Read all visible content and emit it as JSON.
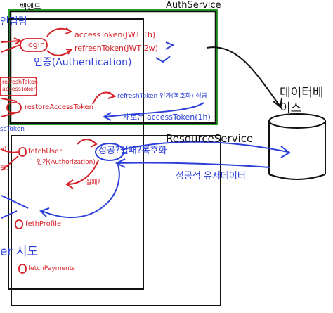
{
  "colors": {
    "ink": "#111111",
    "red": "#d6232a",
    "blue": "#2b3fd8",
    "green": "#2d9f2d"
  },
  "labels": {
    "backend": "백엔드",
    "auth_service": "AuthService",
    "auth_left_fragment": "인검럼",
    "login": "login",
    "access_token": "accessToken(JWT 1h)",
    "refresh_token": "refreshToken(JWT 2w)",
    "authentication": "인증(Authentication)",
    "refresh_token_side_1": "refreshToken",
    "refresh_token_side_2": "accessToken",
    "restore_access_token": "restoreAccessToken",
    "refresh_token_authz": "refreshToken 인가(복호화) 성공",
    "new_access_token": "새로운 accessToken(1h)",
    "access_token_edge": "ssToken",
    "database_line1": "데이터베",
    "database_line2": "이스",
    "resource_service": "ResourceService",
    "fetch_user": "fetchUser",
    "authorization": "인가(Authorization)",
    "authz_result": "성공?실패?복호화",
    "success_user_data": "성공적 유저데이터",
    "fail": "실패?",
    "left_edge_1": "n)",
    "left_edge_2": "ED",
    "feth_profile": "fethProfile",
    "attempt": "er 시도",
    "fetch_payments": "fetchPayments"
  }
}
